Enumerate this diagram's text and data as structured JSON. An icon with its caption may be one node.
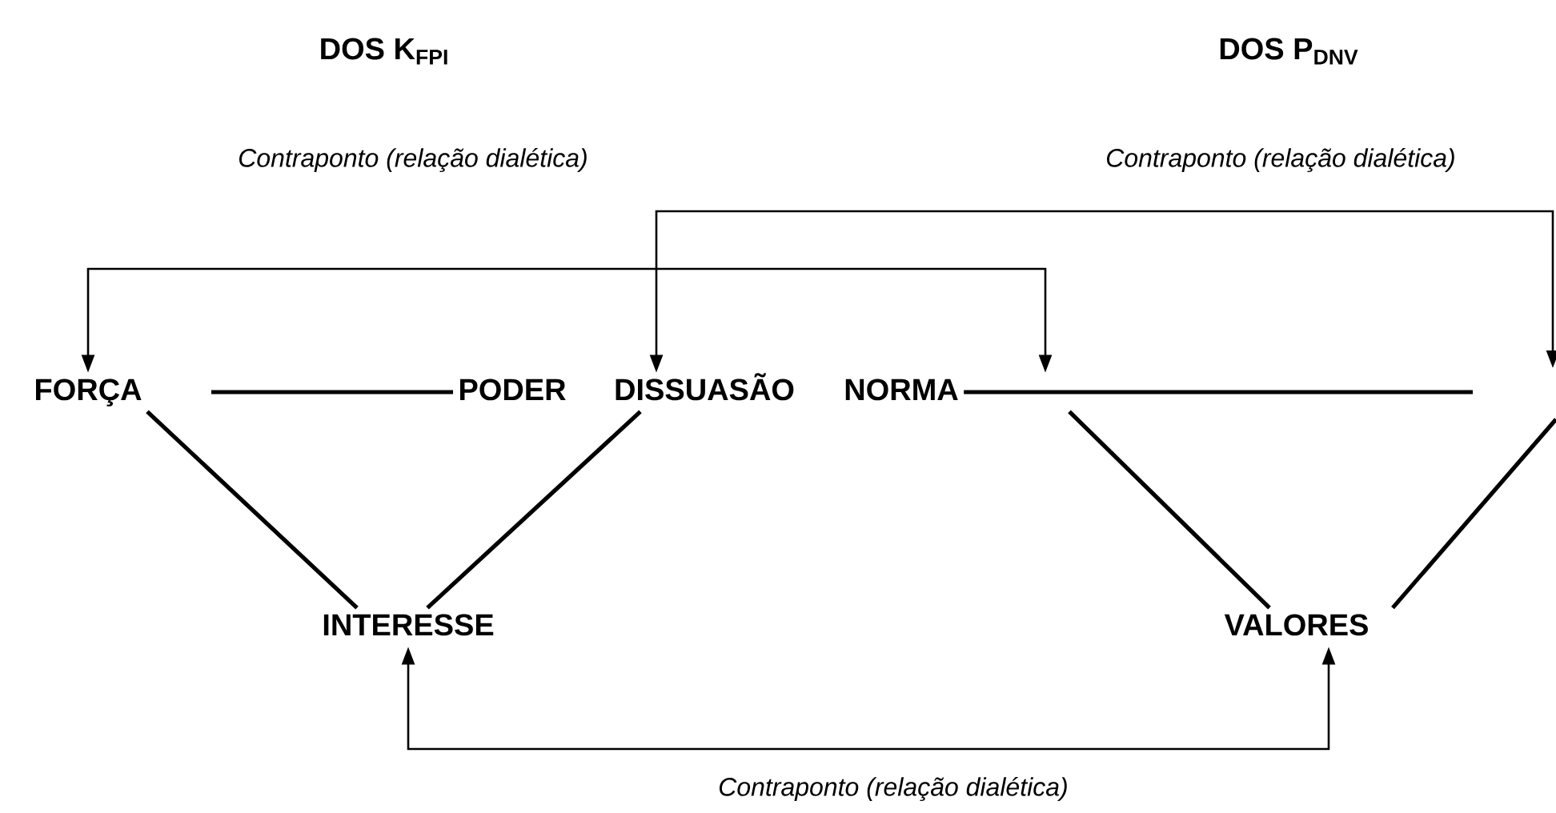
{
  "diagram": {
    "nodes": [
      {
        "text": [
          "FORÇA"
        ]
      },
      {
        "text": [
          "PODER"
        ]
      },
      {
        "text": [
          "DISSUASÃO"
        ]
      },
      {
        "text": [
          "NORMA"
        ]
      },
      {
        "text": [
          "INTERESSE"
        ]
      },
      {
        "text": [
          "VALORES"
        ]
      }
    ],
    "edges": [
      {
        "from": 0,
        "to": 3,
        "arrow": "both",
        "label": "Contraponto (relação dialética)"
      },
      {
        "from": 2,
        "to": null,
        "arrow": "both",
        "label": "Contraponto (relação dialética)"
      },
      {
        "from": 0,
        "to": 1,
        "arrow": "none"
      },
      {
        "from": 3,
        "to": null,
        "arrow": "none"
      },
      {
        "from": 0,
        "to": 4,
        "arrow": "none"
      },
      {
        "from": 2,
        "to": 4,
        "arrow": "none"
      },
      {
        "from": 3,
        "to": 5,
        "arrow": "none"
      },
      {
        "from": null,
        "to": 5,
        "arrow": "none"
      },
      {
        "from": 4,
        "to": 5,
        "arrow": "both",
        "label": "Contraponto (relação dialética)"
      }
    ],
    "labels": [
      "DOS K$_{FPI}$",
      "DOS P$_{DNV}$"
    ]
  }
}
